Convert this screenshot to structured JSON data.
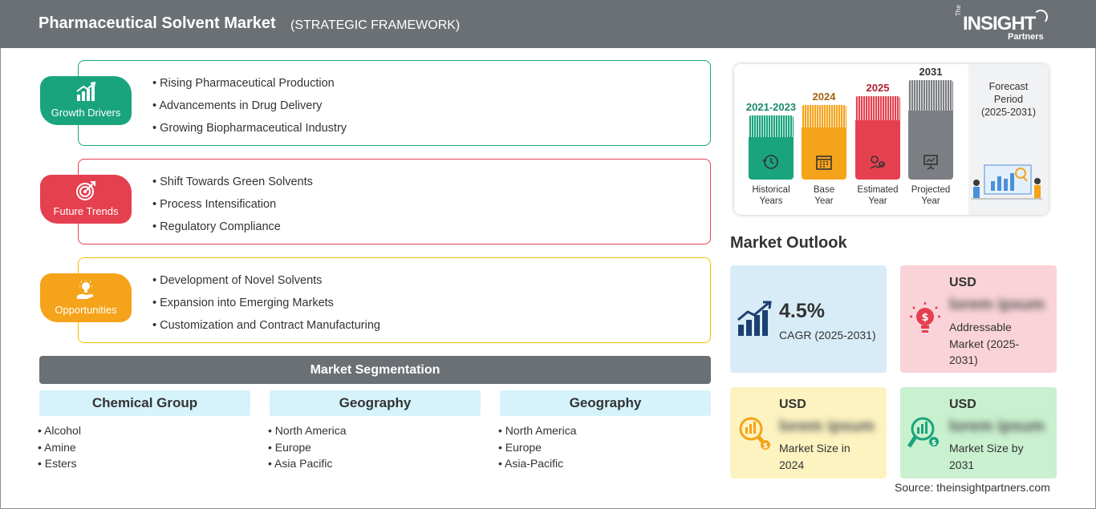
{
  "header": {
    "title": "Pharmaceutical Solvent Market",
    "subtitle": "(STRATEGIC FRAMEWORK)",
    "logo": {
      "the": "The",
      "insight": "INSIGHT",
      "partners": "Partners"
    }
  },
  "framework": {
    "growth_drivers": {
      "label": "Growth Drivers",
      "color": "#1aa47d",
      "items": [
        "Rising Pharmaceutical Production",
        "Advancements in Drug Delivery",
        "Growing Biopharmaceutical Industry"
      ]
    },
    "future_trends": {
      "label": "Future Trends",
      "color": "#e5404f",
      "items": [
        "Shift Towards Green Solvents",
        "Process Intensification",
        "Regulatory Compliance"
      ]
    },
    "opportunities": {
      "label": "Opportunities",
      "color": "#f5a31a",
      "items": [
        "Development of Novel Solvents",
        "Expansion into Emerging Markets",
        "Customization and Contract Manufacturing"
      ]
    }
  },
  "segmentation": {
    "title": "Market Segmentation",
    "columns": [
      {
        "heading": "Chemical Group",
        "items": [
          "Alcohol",
          "Amine",
          "Esters"
        ]
      },
      {
        "heading": "Geography",
        "items": [
          "North America",
          "Europe",
          "Asia Pacific"
        ]
      },
      {
        "heading": "Geography",
        "items": [
          "North America",
          "Europe",
          "Asia-Pacific"
        ]
      }
    ]
  },
  "timeline": {
    "periods": [
      {
        "year": "2021-2023",
        "label_line1": "Historical",
        "label_line2": "Years",
        "color": "#1aa47d",
        "year_color": "#1a8a6a"
      },
      {
        "year": "2024",
        "label_line1": "Base",
        "label_line2": "Year",
        "color": "#f5a31a",
        "year_color": "#a0640a"
      },
      {
        "year": "2025",
        "label_line1": "Estimated",
        "label_line2": "Year",
        "color": "#e5404f",
        "year_color": "#b02030"
      },
      {
        "year": "2031",
        "label_line1": "Projected",
        "label_line2": "Year",
        "color": "#7b7e82",
        "year_color": "#333333"
      }
    ],
    "forecast_line1": "Forecast",
    "forecast_line2": "Period",
    "forecast_range": "(2025-2031)"
  },
  "outlook": {
    "title": "Market Outlook",
    "cagr": {
      "value": "4.5%",
      "label": "CAGR (2025-2031)",
      "bg": "#d8ecf7"
    },
    "addressable": {
      "currency": "USD",
      "value": "lorem ipsum",
      "line1": "Addressable",
      "line2": "Market (2025-",
      "line3": "2031)",
      "bg": "#fad3d8"
    },
    "size_2024": {
      "currency": "USD",
      "value": "lorem ipsum",
      "line1": "Market Size in",
      "line2": "2024",
      "bg": "#fdf3c0"
    },
    "size_2031": {
      "currency": "USD",
      "value": "lorem ipsum",
      "line1": "Market Size by",
      "line2": "2031",
      "bg": "#c9f0cf"
    }
  },
  "source": "Source: theinsightpartners.com"
}
